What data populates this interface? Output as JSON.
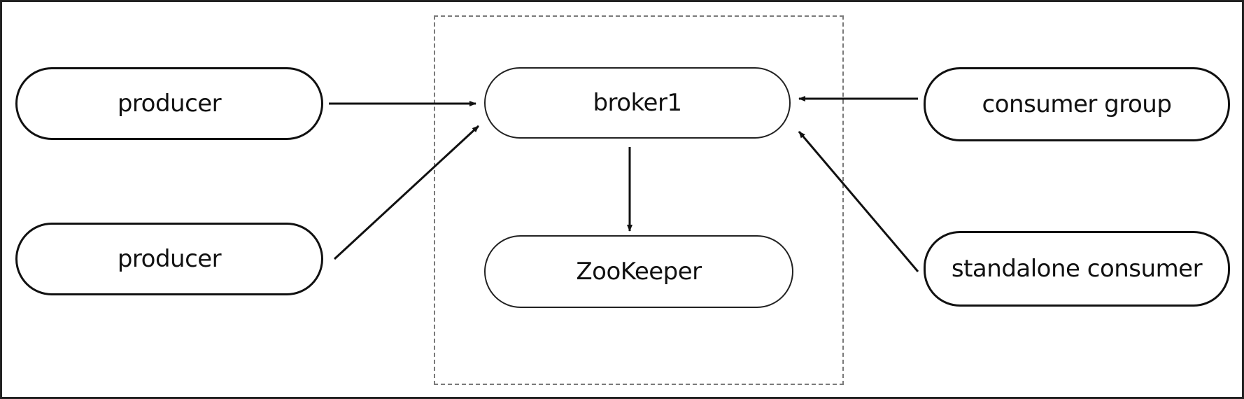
{
  "nodes": {
    "producer_1": "producer",
    "producer_2": "producer",
    "broker": "broker1",
    "zookeeper": "ZooKeeper",
    "consumer_group": "consumer group",
    "standalone_consumer": "standalone consumer"
  },
  "edges": [
    {
      "from": "producer_1",
      "to": "broker"
    },
    {
      "from": "producer_2",
      "to": "broker"
    },
    {
      "from": "broker",
      "to": "zookeeper"
    },
    {
      "from": "consumer_group",
      "to": "broker"
    },
    {
      "from": "standalone_consumer",
      "to": "broker"
    }
  ],
  "colors": {
    "line": "#111111",
    "dashed_border": "#7a7a7a",
    "background": "#ffffff"
  }
}
